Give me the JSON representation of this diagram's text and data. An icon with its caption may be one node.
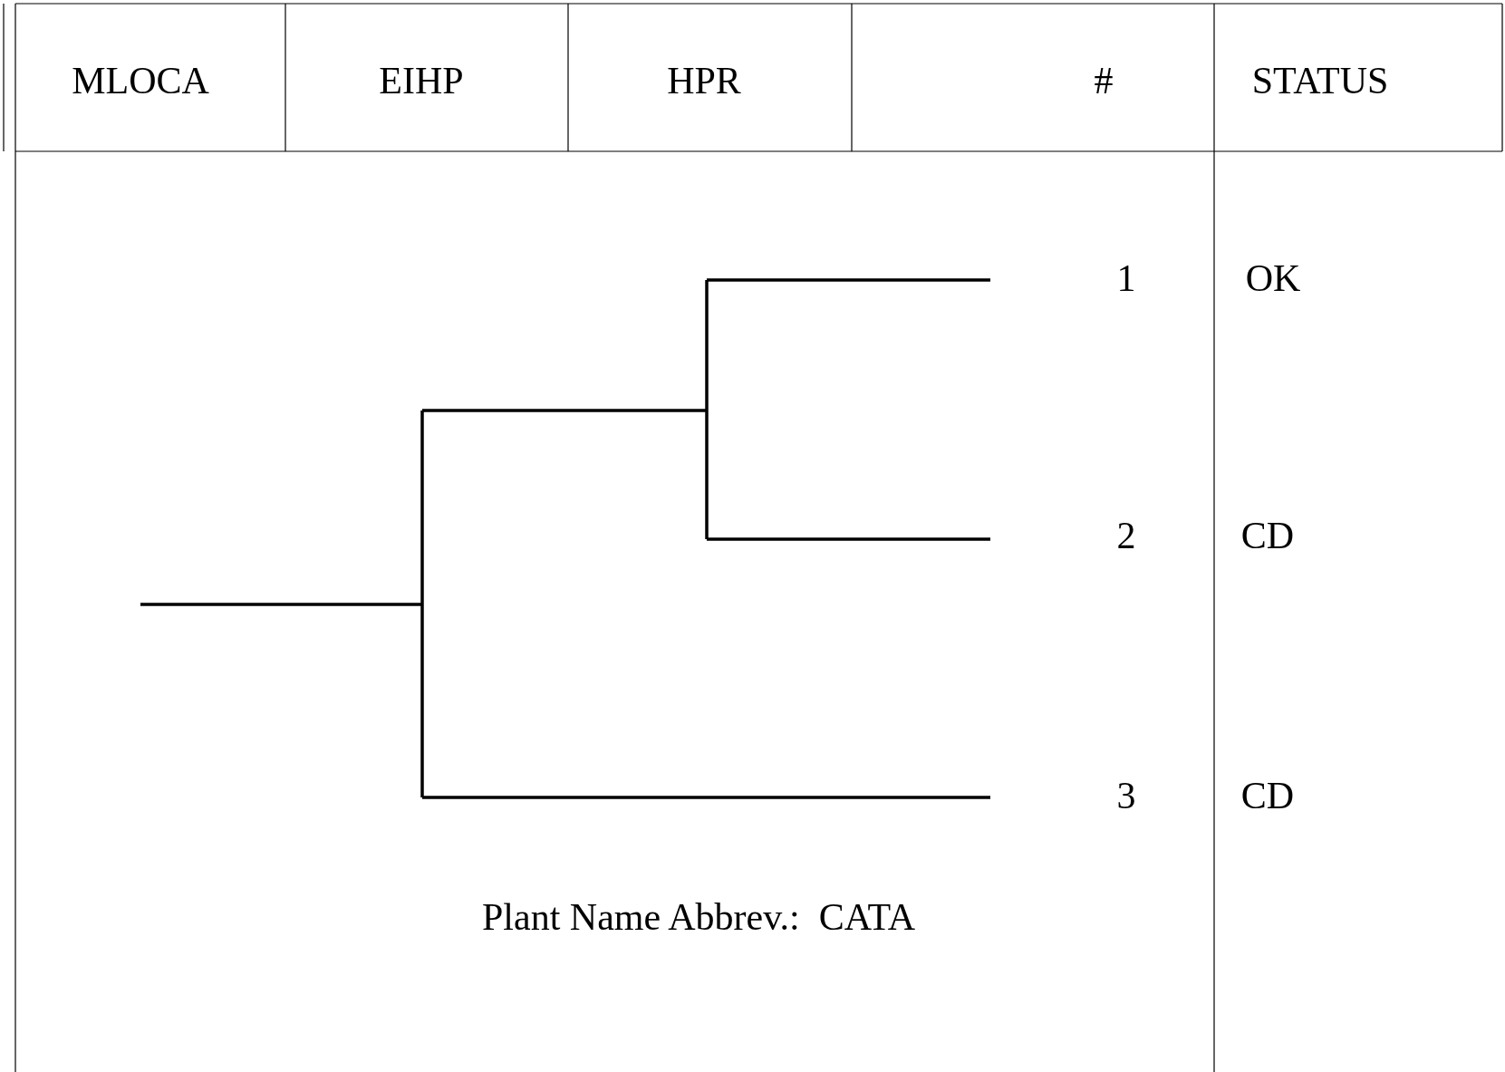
{
  "diagram": {
    "labels": [
      "MLOCA",
      "EIHP",
      "HPR",
      "#",
      "STATUS",
      "1",
      "OK",
      "2",
      "CD",
      "3",
      "CD",
      "Plant Name Abbrev.:  CATA"
    ]
  }
}
